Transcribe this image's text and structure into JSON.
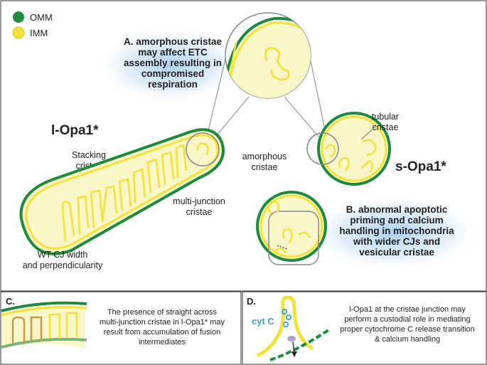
{
  "legend": {
    "omm": "OMM",
    "imm": "IMM"
  },
  "labels": {
    "l_opa1": "l-Opa1*",
    "s_opa1": "s-Opa1*",
    "stacking": [
      "Stacking",
      "cristae"
    ],
    "amorphous": [
      "amorphous",
      "cristae"
    ],
    "multi_junction": [
      "multi-junction",
      "cristae"
    ],
    "tubular": [
      "tubular",
      "cristae"
    ],
    "wt_cj": [
      "WT CJ width",
      "and perpendicularity"
    ]
  },
  "callouts": {
    "a": [
      "A. amorphous cristae",
      "may affect ETC",
      "assembly resulting in",
      "compromised",
      "respiration"
    ],
    "b": [
      "B. abnormal apoptotic",
      "priming and calcium",
      "handling in mitochondria",
      "with wider CJs and",
      "vesicular cristae"
    ]
  },
  "panel_c": {
    "letter": "C.",
    "text": [
      "The presence of straight across",
      "multi-junction cristae in l-Opa1* may",
      "result from accumulation of fusion",
      "intermediates"
    ]
  },
  "panel_d": {
    "letter": "D.",
    "cyt_c": "cyt C",
    "text": [
      "l-Opa1 at the cristae junction may",
      "perform a custodial role in mediating",
      "proper cytochrome C release transition",
      "& calcium handling"
    ]
  },
  "colors": {
    "omm": "#1e8a3e",
    "imm": "#f2e23a",
    "imm_fill": "#fbf6c8",
    "glow": "#b9d8f4",
    "cyt": "#3aa0d8",
    "outline": "#444444"
  }
}
